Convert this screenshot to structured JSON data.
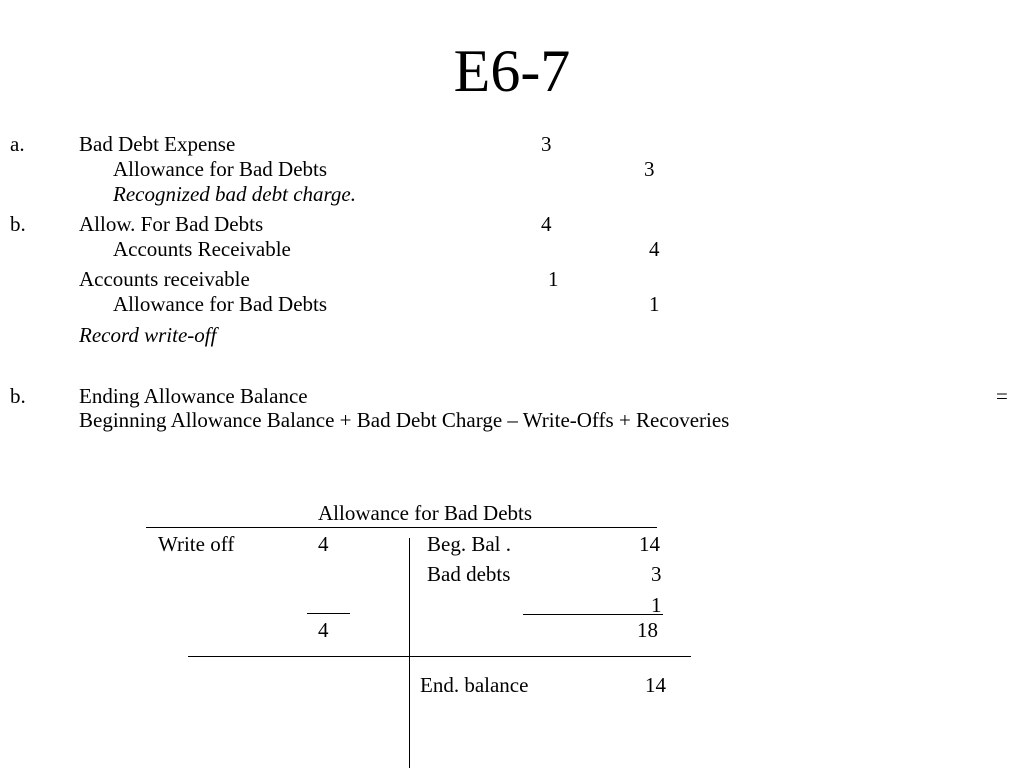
{
  "title": "E6-7",
  "part_a": {
    "marker": "a.",
    "debit_account": "Bad Debt Expense",
    "debit_amount": "3",
    "credit_account": "Allowance for Bad Debts",
    "credit_amount": "3",
    "note": "Recognized bad debt charge."
  },
  "part_b1": {
    "marker": "b.",
    "entry1": {
      "debit_account": "Allow. For Bad Debts",
      "debit_amount": "4",
      "credit_account": "Accounts Receivable",
      "credit_amount": "4"
    },
    "entry2": {
      "debit_account": "Accounts receivable",
      "debit_amount": "1",
      "credit_account": "Allowance for Bad Debts",
      "credit_amount": "1"
    },
    "note": "Record write-off"
  },
  "part_b2": {
    "marker": "b.",
    "line1": "Ending Allowance Balance",
    "equals": "=",
    "line2": "Beginning Allowance Balance + Bad Debt Charge – Write-Offs + Recoveries"
  },
  "t_account": {
    "title": "Allowance for Bad  Debts",
    "debit": {
      "label": "Write off",
      "amount": "4",
      "total": "4"
    },
    "credit": {
      "rows": [
        {
          "label": "Beg. Bal .",
          "amount": "14"
        },
        {
          "label": "Bad debts",
          "amount": "3"
        },
        {
          "label": "",
          "amount": "1"
        }
      ],
      "total": "18"
    },
    "ending": {
      "label": "End. balance",
      "amount": "14"
    }
  }
}
